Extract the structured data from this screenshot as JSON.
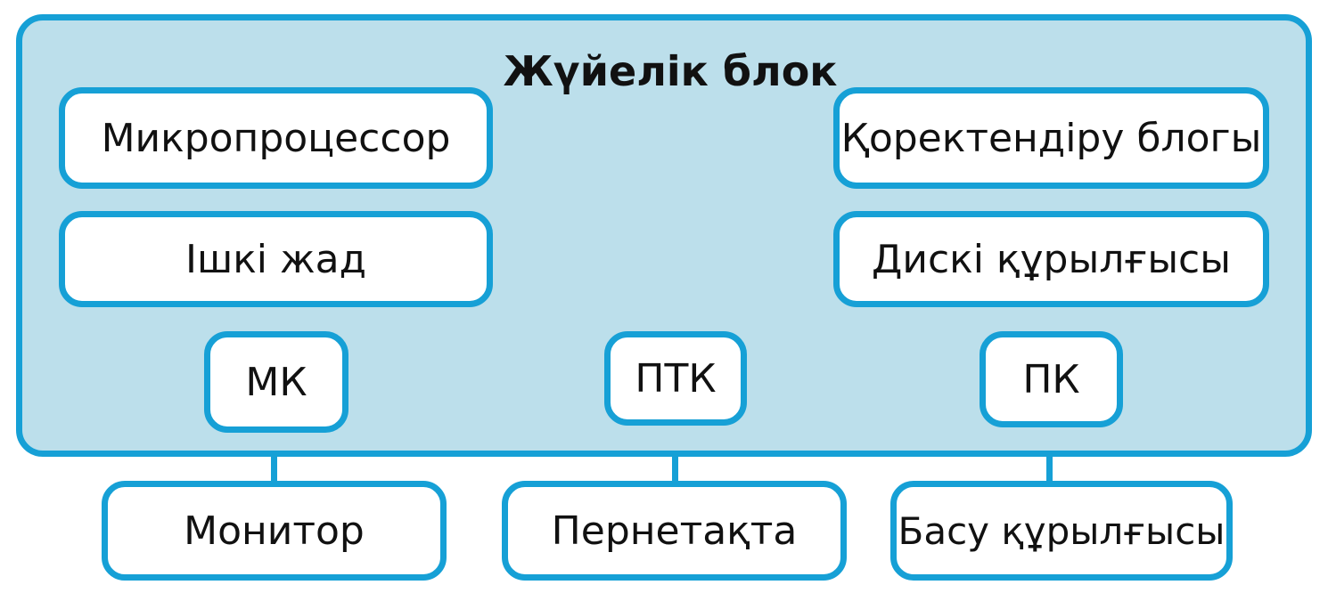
{
  "system_block": {
    "title": "Жүйелік блок",
    "components": {
      "microprocessor": "Микропроцессор",
      "internal_memory": "Ішкі жад",
      "power_supply": "Қоректендіру блогы",
      "disk_drive": "Дискі құрылғысы"
    },
    "ports": {
      "monitor_port": "МК",
      "keyboard_port": "ПТК",
      "printer_port": "ПК"
    }
  },
  "external_devices": {
    "monitor": "Монитор",
    "keyboard": "Пернетақта",
    "printer": "Басу құрылғысы"
  },
  "colors": {
    "border": "#16a0d6",
    "system_block_fill": "#bcdfeb",
    "box_fill": "#ffffff",
    "text": "#111111"
  }
}
